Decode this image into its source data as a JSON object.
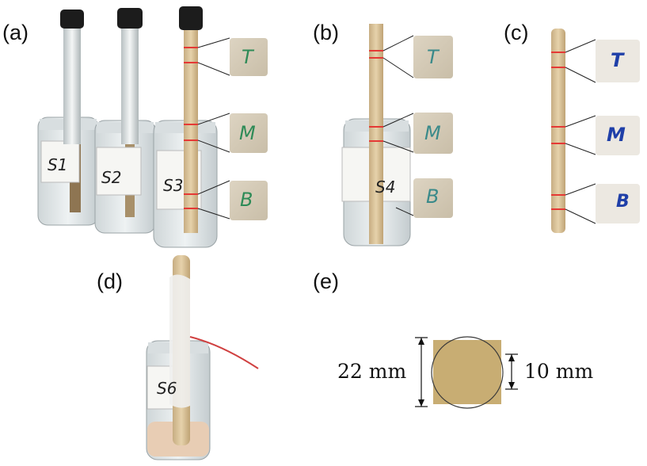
{
  "panels": {
    "a": {
      "label": "(a)",
      "jar_labels": [
        "S1",
        "S2",
        "S3"
      ]
    },
    "b": {
      "label": "(b)",
      "jar_label": "S4"
    },
    "c": {
      "label": "(c)"
    },
    "d": {
      "label": "(d)",
      "jar_label": "S6"
    },
    "e": {
      "label": "(e)",
      "outer_diameter": "22 mm",
      "inner_width": "10 mm"
    }
  },
  "sample_tags": [
    "T",
    "M",
    "B"
  ],
  "colors": {
    "wood": "#d9c29a",
    "section_fill": "#c8ad73",
    "marker_red": "#e53935",
    "letter_green": "#2e8b57",
    "letter_blue": "#1f3fa8"
  }
}
